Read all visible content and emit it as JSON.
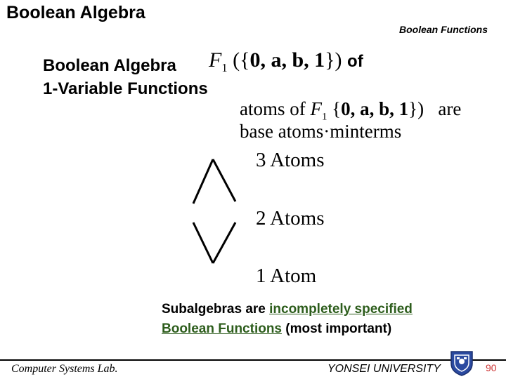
{
  "header": {
    "title": "Boolean Algebra",
    "section": "Boolean Functions"
  },
  "heading": {
    "line1": "Boolean Algebra",
    "line2": "1-Variable Functions"
  },
  "math": {
    "set_open": "({",
    "elements": "0, a, b, 1",
    "set_close": "})",
    "of": "of",
    "atoms_of": "atoms of",
    "are": "are",
    "base_atoms": "base atoms",
    "minterms": "minterms"
  },
  "atoms": {
    "three": "3 Atoms",
    "two": "2 Atoms",
    "one": "1 Atom"
  },
  "note": {
    "part1": "Subalgebras are ",
    "underline1": "incompletely specified",
    "underline2": "Boolean Functions",
    "part2": " (most important)"
  },
  "footer": {
    "lab": "Computer Systems Lab.",
    "university": "YONSEI UNIVERSITY",
    "page_number": "90"
  },
  "colors": {
    "underline": "#2d5d1c",
    "page_number": "#cc3333",
    "logo": "#2b4aa0"
  },
  "icons": [
    "university-logo-icon"
  ]
}
